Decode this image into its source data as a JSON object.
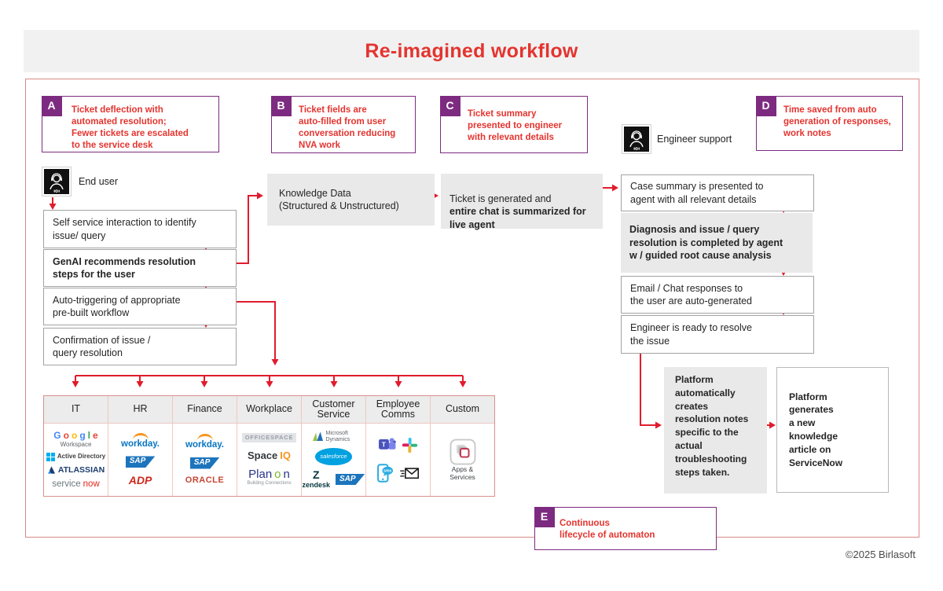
{
  "header": {
    "title": "Re-imagined workflow"
  },
  "copyright": "©2025 Birlasoft",
  "colors": {
    "accent_red": "#e4342f",
    "arrow_red": "#e11b2c",
    "purple": "#7d2b80",
    "gray_box": "#e9e9e9"
  },
  "callouts": {
    "a": {
      "label": "A",
      "lines": [
        "Ticket deflection with",
        "automated resolution;",
        "Fewer tickets are escalated",
        "to the service desk"
      ]
    },
    "b": {
      "label": "B",
      "lines": [
        "Ticket fields are",
        "auto-filled from user",
        "conversation reducing",
        "NVA work"
      ]
    },
    "c": {
      "label": "C",
      "lines": [
        "Ticket summary",
        "presented to engineer",
        "with relevant details"
      ]
    },
    "d": {
      "label": "D",
      "lines": [
        "Time saved from auto",
        "generation of  responses,",
        "work notes"
      ]
    },
    "e": {
      "label": "E",
      "lines": [
        "Continuous",
        "lifecycle of automaton"
      ]
    }
  },
  "actors": {
    "end_user": "End user",
    "engineer": "Engineer support"
  },
  "left_flow": [
    {
      "lines": [
        "Self service interaction to identify",
        "issue/ query"
      ],
      "bold": false
    },
    {
      "lines": [
        "GenAI  recommends resolution",
        "steps for the user"
      ],
      "bold": true
    },
    {
      "lines": [
        "Auto-triggering of appropriate",
        "pre-built workflow"
      ],
      "bold": false
    },
    {
      "lines": [
        "Confirmation of issue /",
        "query resolution"
      ],
      "bold": false
    }
  ],
  "middle": {
    "knowledge": [
      "Knowledge Data",
      "(Structured & Unstructured)"
    ],
    "ticket_line1": "Ticket is generated and",
    "ticket_line2": [
      "entire chat is summarized for",
      "live agent"
    ]
  },
  "right_flow": [
    {
      "lines": [
        "Case summary is presented to",
        "agent with all relevant details"
      ],
      "bold": false
    },
    {
      "lines": [
        "Diagnosis and issue / query",
        "resolution is completed by agent",
        "w / guided root cause analysis"
      ],
      "bold": true
    },
    {
      "lines": [
        "Email / Chat responses to",
        "the user are auto-generated"
      ],
      "bold": false
    },
    {
      "lines": [
        "Engineer is ready to resolve",
        "the issue"
      ],
      "bold": false
    }
  ],
  "platform": {
    "p1": [
      "Platform",
      "automatically",
      "creates",
      "resolution notes",
      "specific to the",
      "actual",
      "troubleshooting",
      "steps taken."
    ],
    "p2": [
      "Platform",
      "generates",
      "a new",
      "knowledge",
      "article on",
      "ServiceNow"
    ]
  },
  "table": {
    "headers": [
      "IT",
      "HR",
      "Finance",
      "Workplace",
      "Customer Service",
      "Employee Comms",
      "Custom"
    ],
    "cells": [
      [
        "google_workspace",
        "active_directory",
        "atlassian",
        "servicenow"
      ],
      [
        "workday",
        "sap",
        "adp"
      ],
      [
        "workday",
        "sap",
        "oracle"
      ],
      [
        "officespace",
        "spaceiq",
        "planon"
      ],
      [
        "ms_dynamics",
        "salesforce",
        {
          "row": [
            "zendesk",
            "sap"
          ]
        }
      ],
      [
        {
          "row": [
            "teams",
            "slack"
          ]
        },
        {
          "row": [
            "sms",
            "email"
          ]
        }
      ],
      [
        "apps_services"
      ]
    ]
  },
  "logos": {
    "google_workspace": {
      "rows": [
        {
          "parts": [
            {
              "t": "G",
              "c": "#4285F4"
            },
            {
              "t": "o",
              "c": "#EA4335"
            },
            {
              "t": "o",
              "c": "#FBBC05"
            },
            {
              "t": "g",
              "c": "#4285F4"
            },
            {
              "t": "l",
              "c": "#34A853"
            },
            {
              "t": "e",
              "c": "#EA4335"
            }
          ],
          "size": 12,
          "bold": true
        },
        {
          "parts": [
            {
              "t": "Workspace",
              "c": "#5f6368"
            }
          ],
          "size": 8
        }
      ]
    },
    "active_directory": {
      "rows": [
        {
          "icon": "ms_window",
          "parts": [
            {
              "t": "Active Directory",
              "c": "#3e3e3e"
            }
          ],
          "size": 8,
          "bold": true
        }
      ]
    },
    "atlassian": {
      "rows": [
        {
          "icon": "atlassian_mark",
          "parts": [
            {
              "t": "ATLASSIAN",
              "c": "#1b3d6d"
            }
          ],
          "size": 10.5,
          "bold": true
        }
      ]
    },
    "servicenow": {
      "rows": [
        {
          "parts": [
            {
              "t": "service",
              "c": "#6e777d"
            },
            {
              "t": "now",
              "c": "#e1261c"
            }
          ],
          "size": 11.5
        }
      ]
    },
    "workday": {
      "rows": [
        {
          "arc": "#f7941d"
        },
        {
          "parts": [
            {
              "t": "workday.",
              "c": "#0875c1"
            }
          ],
          "size": 11.5,
          "bold": true
        }
      ]
    },
    "sap": {
      "rows": [
        {
          "parts": [
            {
              "t": "SAP",
              "c": "#ffffff"
            }
          ],
          "size": 10,
          "bold": true,
          "italic": true,
          "bg": "#1c74bc",
          "clip": "sap",
          "pad": "2px 12px 2px 5px"
        }
      ]
    },
    "adp": {
      "rows": [
        {
          "parts": [
            {
              "t": "ADP",
              "c": "#d0271d"
            }
          ],
          "size": 14,
          "bold": true,
          "italic": true
        }
      ]
    },
    "oracle": {
      "rows": [
        {
          "parts": [
            {
              "t": "ORACLE",
              "c": "#c74634"
            }
          ],
          "size": 11,
          "bold": true,
          "spacing": 0.5
        }
      ]
    },
    "officespace": {
      "rows": [
        {
          "parts": [
            {
              "t": "OFFICESPACE",
              "c": "#9aa0a8"
            }
          ],
          "size": 7.5,
          "bold": true,
          "bg": "#e2e4e8",
          "pad": "2px 4px",
          "spacing": 0.8
        }
      ]
    },
    "spaceiq": {
      "rows": [
        {
          "parts": [
            {
              "t": "Space",
              "c": "#35393d"
            },
            {
              "t": "IQ",
              "c": "#f7941d"
            }
          ],
          "size": 13,
          "bold": true
        }
      ]
    },
    "planon": {
      "rows": [
        {
          "parts": [
            {
              "t": "Plan",
              "c": "#27348b"
            },
            {
              "t": "o",
              "c": "#76b82a"
            },
            {
              "t": "n",
              "c": "#27348b"
            }
          ],
          "size": 15
        },
        {
          "parts": [
            {
              "t": "Building Connections",
              "c": "#8a9096"
            }
          ],
          "size": 6
        }
      ]
    },
    "ms_dynamics": {
      "rows": [
        {
          "icon": "dynamics",
          "parts": [
            {
              "t": "Microsoft Dynamics",
              "c": "#5f6368"
            }
          ],
          "size": 7,
          "wrap": 38
        }
      ]
    },
    "salesforce": {
      "rows": [
        {
          "parts": [
            {
              "t": "salesforce",
              "c": "#ffffff"
            }
          ],
          "size": 7.5,
          "italic": true,
          "bg": "#00a1e0",
          "round": "50% 50% 48% 48%",
          "pad": "7px 6px"
        }
      ]
    },
    "zendesk": {
      "rows": [
        {
          "parts": [
            {
              "t": "Z",
              "c": "#03363d"
            }
          ],
          "size": 14,
          "bold": true
        },
        {
          "parts": [
            {
              "t": "zendesk",
              "c": "#03363d"
            }
          ],
          "size": 9,
          "bold": true
        }
      ]
    },
    "teams": {
      "rows": [
        {
          "icon": "teams"
        }
      ]
    },
    "slack": {
      "rows": [
        {
          "icon": "slack"
        }
      ]
    },
    "sms": {
      "rows": [
        {
          "icon": "sms"
        }
      ]
    },
    "email": {
      "rows": [
        {
          "icon": "email"
        }
      ]
    },
    "apps_services": {
      "rows": [
        {
          "icon": "apps"
        },
        {
          "parts": [
            {
              "t": "Apps &",
              "c": "#3c4043"
            }
          ],
          "size": 8.5
        },
        {
          "parts": [
            {
              "t": "Services",
              "c": "#3c4043"
            }
          ],
          "size": 8.5
        }
      ]
    }
  }
}
